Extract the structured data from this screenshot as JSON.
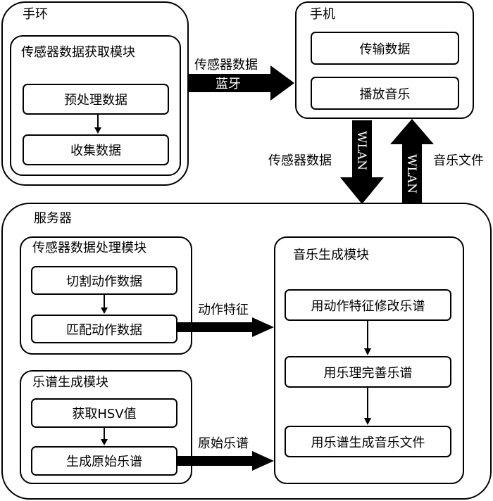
{
  "bracelet": {
    "title": "手环",
    "module_title": "传感器数据获取模块",
    "steps": [
      "预处理数据",
      "收集数据"
    ]
  },
  "phone": {
    "title": "手机",
    "steps": [
      "传输数据",
      "播放音乐"
    ]
  },
  "server": {
    "title": "服务器",
    "sensor_module": {
      "title": "传感器数据处理模块",
      "steps": [
        "切割动作数据",
        "匹配动作数据"
      ]
    },
    "score_module": {
      "title": "乐谱生成模块",
      "steps": [
        "获取HSV值",
        "生成原始乐谱"
      ]
    },
    "music_module": {
      "title": "音乐生成模块",
      "steps": [
        "用动作特征修改乐谱",
        "用乐理完善乐谱",
        "用乐谱生成音乐文件"
      ]
    }
  },
  "links": {
    "bracelet_to_phone_top": "传感器数据",
    "bracelet_to_phone_bottom": "蓝牙",
    "phone_to_server_label": "传感器数据",
    "phone_to_server_channel": "WLAN",
    "server_to_phone_channel": "WLAN",
    "server_to_phone_label": "音乐文件",
    "features_label": "动作特征",
    "raw_score_label": "原始乐谱"
  }
}
